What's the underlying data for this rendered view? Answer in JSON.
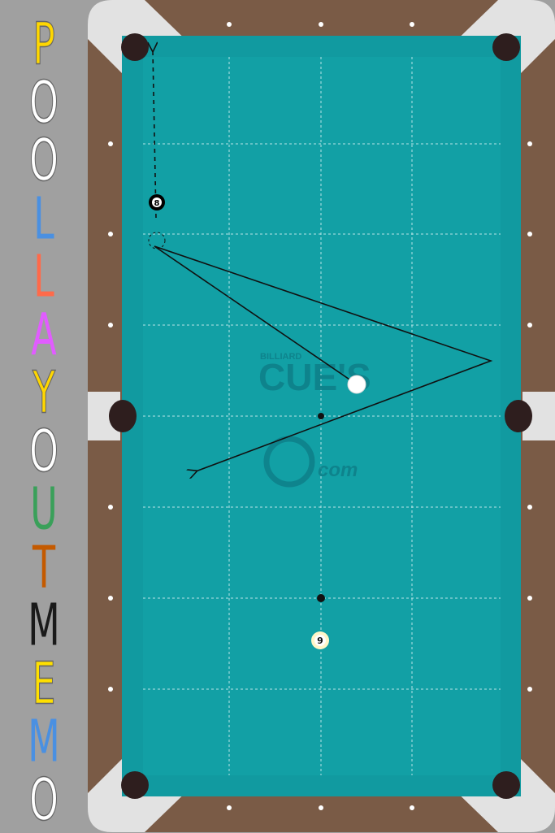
{
  "title": {
    "letters": [
      {
        "char": "P",
        "color": "#ffd700"
      },
      {
        "char": "O",
        "color": "#ffffff"
      },
      {
        "char": "O",
        "color": "#ffffff"
      },
      {
        "char": "L",
        "color": "#4a90e2"
      },
      {
        "char": "L",
        "color": "#ff6a4a"
      },
      {
        "char": "A",
        "color": "#e15cff"
      },
      {
        "char": "Y",
        "color": "#ffd700"
      },
      {
        "char": "O",
        "color": "#ffffff"
      },
      {
        "char": "U",
        "color": "#3aa05a"
      },
      {
        "char": "T",
        "color": "#c45a00"
      },
      {
        "char": "M",
        "color": "#1a1a1a"
      },
      {
        "char": "E",
        "color": "#ffe000"
      },
      {
        "char": "M",
        "color": "#4a90e2"
      },
      {
        "char": "O",
        "color": "#ffffff"
      }
    ]
  },
  "watermark": {
    "small_text": "BILLIARD",
    "big_text": "CUE'S",
    "domain_text": "com"
  },
  "balls": {
    "eight": {
      "label": "8"
    },
    "nine": {
      "label": "9"
    },
    "cue": {
      "label": ""
    }
  },
  "colors": {
    "felt": "#12a0a5",
    "cushion": "#119aa0",
    "rail_wood": "#7a5b46",
    "rail_corner": "#e2e2e2",
    "pocket": "#2e1e1e",
    "sidebar": "#a0a0a0"
  }
}
